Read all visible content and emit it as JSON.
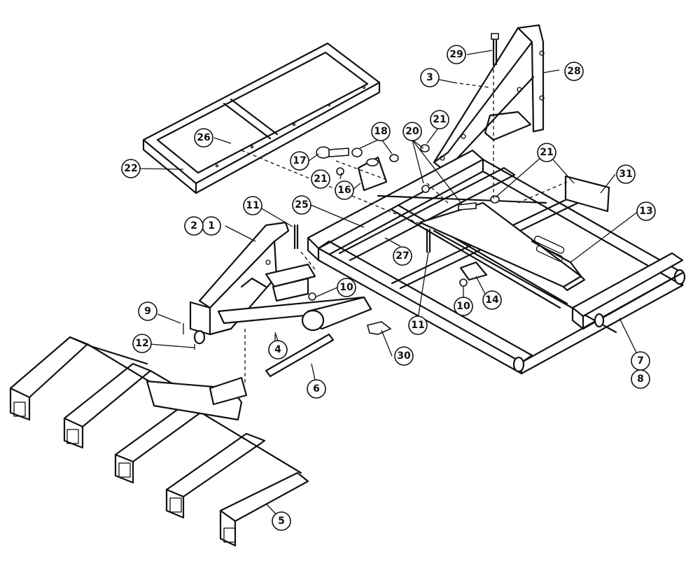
{
  "callouts": [
    {
      "id": "c1",
      "label": "1"
    },
    {
      "id": "c2",
      "label": "2"
    },
    {
      "id": "c3",
      "label": "3"
    },
    {
      "id": "c4",
      "label": "4"
    },
    {
      "id": "c5",
      "label": "5"
    },
    {
      "id": "c6",
      "label": "6"
    },
    {
      "id": "c7",
      "label": "7"
    },
    {
      "id": "c8",
      "label": "8"
    },
    {
      "id": "c9",
      "label": "9"
    },
    {
      "id": "c10a",
      "label": "10"
    },
    {
      "id": "c10b",
      "label": "10"
    },
    {
      "id": "c11a",
      "label": "11"
    },
    {
      "id": "c11b",
      "label": "11"
    },
    {
      "id": "c12",
      "label": "12"
    },
    {
      "id": "c13",
      "label": "13"
    },
    {
      "id": "c14",
      "label": "14"
    },
    {
      "id": "c16",
      "label": "16"
    },
    {
      "id": "c17",
      "label": "17"
    },
    {
      "id": "c18",
      "label": "18"
    },
    {
      "id": "c20",
      "label": "20"
    },
    {
      "id": "c21a",
      "label": "21"
    },
    {
      "id": "c21b",
      "label": "21"
    },
    {
      "id": "c21c",
      "label": "21"
    },
    {
      "id": "c22",
      "label": "22"
    },
    {
      "id": "c25",
      "label": "25"
    },
    {
      "id": "c26",
      "label": "26"
    },
    {
      "id": "c27",
      "label": "27"
    },
    {
      "id": "c28",
      "label": "28"
    },
    {
      "id": "c29",
      "label": "29"
    },
    {
      "id": "c30",
      "label": "30"
    },
    {
      "id": "c31",
      "label": "31"
    }
  ]
}
